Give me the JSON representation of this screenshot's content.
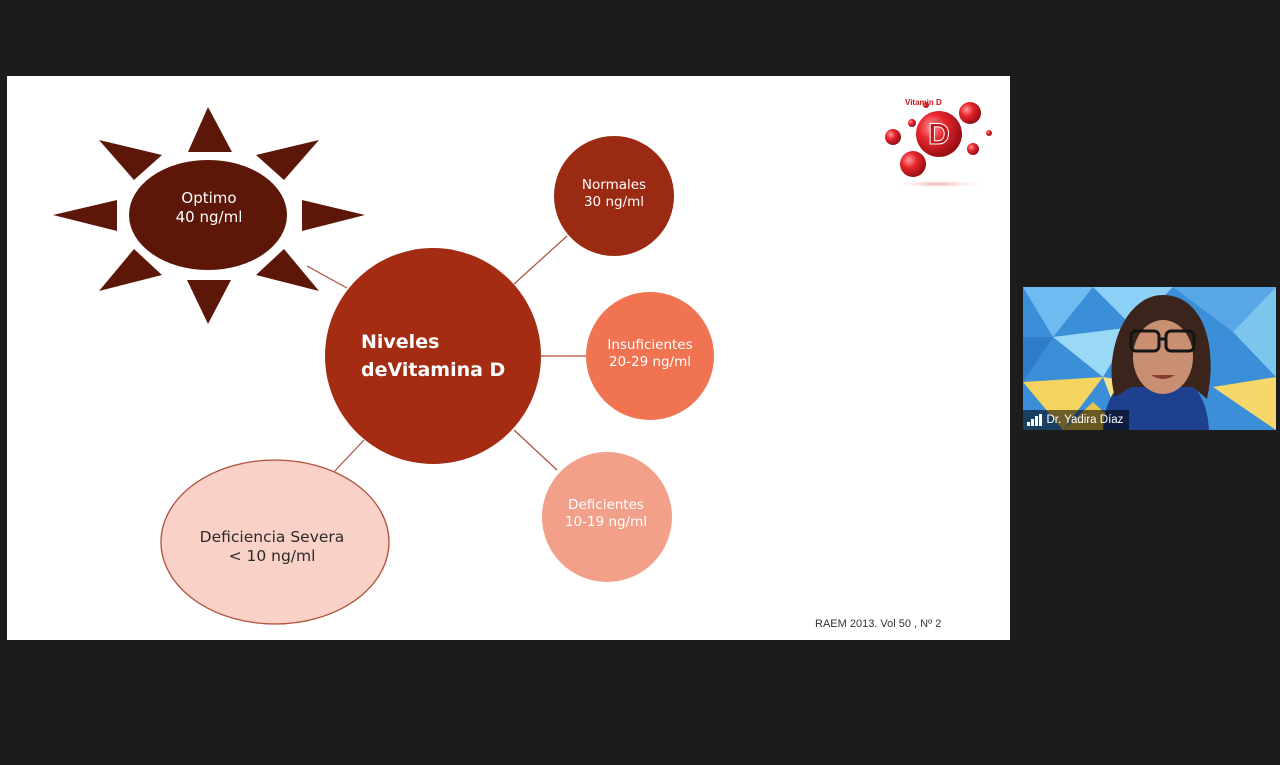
{
  "slide": {
    "center": {
      "line1": "Niveles",
      "line2": "deVitamina D"
    },
    "optimo": {
      "line1": "Optimo",
      "line2": "40 ng/ml"
    },
    "normales": {
      "line1": "Normales",
      "line2": "30 ng/ml"
    },
    "insuficientes": {
      "line1": "Insuficientes",
      "line2": "20-29 ng/ml"
    },
    "deficientes": {
      "line1": "Deficientes",
      "line2": "10-19 ng/ml"
    },
    "severa": {
      "line1": "Deficiencia Severa",
      "line2": "< 10 ng/ml"
    },
    "citation": "RAEM 2013. Vol 50 , Nº 2",
    "logo_text": "Vitamin D",
    "logo_letter": "D"
  },
  "participant": {
    "name": "Dr. Yadira Díaz",
    "signal_icon": "signal-bars-icon"
  },
  "colors": {
    "optimo": "#5c1709",
    "center": "#a32c13",
    "normales": "#9b2a12",
    "insuficientes": "#f07352",
    "deficientes": "#f3a08a",
    "severa": "#f9d1c6",
    "connector": "#a8503c"
  }
}
